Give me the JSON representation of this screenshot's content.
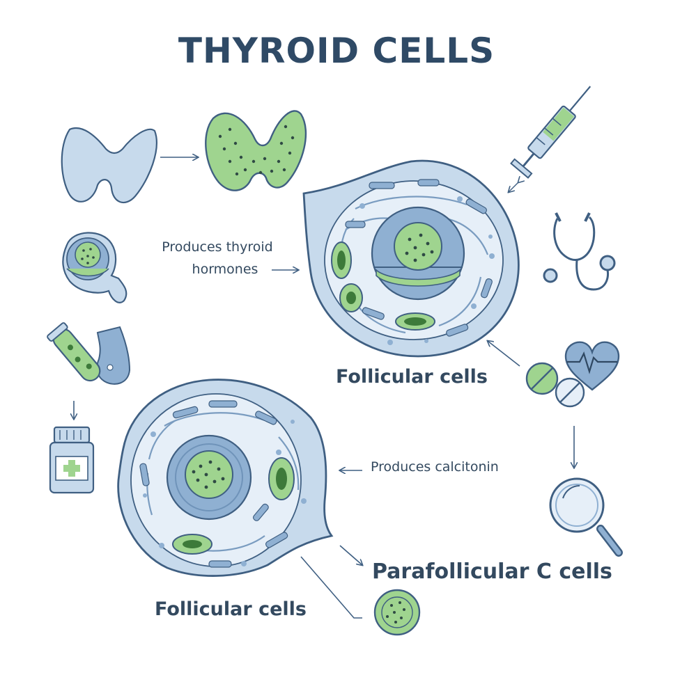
{
  "title": "THYROID CELLS",
  "labels": {
    "produces_thyroid_hormones_line1": "Produces thyroid",
    "produces_thyroid_hormones_line2": "hormones",
    "follicular_cells_top": "Follicular cells",
    "produces_calcitonin": "Produces calcitonin",
    "parafollicular_c_cells": "Parafollicular C cells",
    "follicular_cells_bottom": "Follicular cells"
  },
  "icons": [
    "thyroid-gland-outline-icon",
    "thyroid-gland-green-icon",
    "syringe-icon",
    "stethoscope-icon",
    "cell-cross-section-icon",
    "test-tube-tissue-icon",
    "medicine-bottle-icon",
    "pills-icon",
    "heart-pulse-icon",
    "magnifying-glass-icon",
    "small-green-cell-icon"
  ],
  "colors": {
    "outline": "#3f5f82",
    "blue_fill": "#c7daec",
    "blue_mid": "#8fb0d2",
    "green_fill": "#9fd48f",
    "green_dark": "#3d7a3a",
    "text": "#33495f"
  }
}
